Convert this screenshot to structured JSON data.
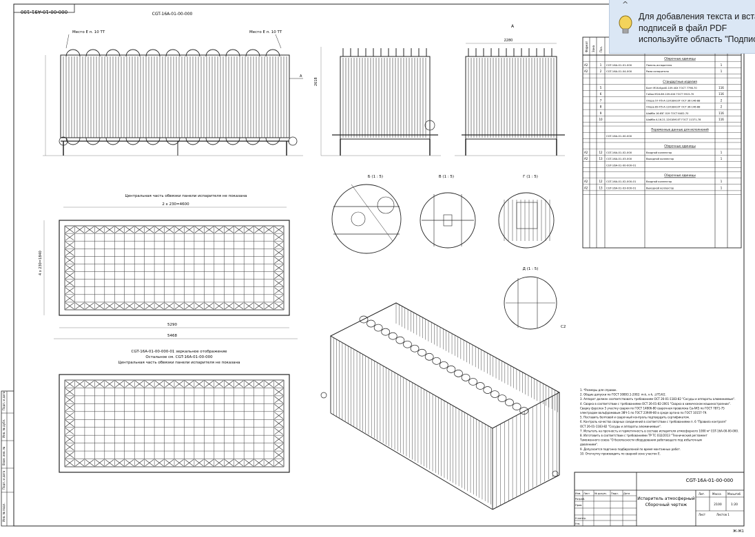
{
  "drawing": {
    "doc_code_top_left": "000-00-10-A91-100",
    "view_main_title": "CGT-16A-01-00-000",
    "view_a_label": "A",
    "place_left": "Место Е п. 10 ТТ",
    "place_right": "Место Е п. 10 ТТ",
    "arrow_a": "A",
    "plan_top_caption": "Центральная часть обвязки панели испарителя не показана",
    "plan_top_dim1": "2 х 230=4600",
    "plan_top_dim2": "5290",
    "plan_top_dim3": "5468",
    "plan_bottom_caption1": "CGT-16A-01-00-000-01 зеркальное отображение",
    "plan_bottom_caption2": "Остальное см. CGT-16A-01-00-000",
    "plan_bottom_caption3": "Центральная часть обвязки панели испарителя не показана",
    "detail_b": "Б (1 : 5)",
    "detail_v": "В (1 : 5)",
    "detail_g": "Г (1 : 5)",
    "detail_d": "Д (1 : 5)",
    "dim_side_height": "2618",
    "dim_end_width": "2280",
    "dim_left_side": "2618",
    "dim_plan_side": "4 х 230=1840",
    "weld_label": "C2"
  },
  "spec": {
    "headers": [
      "Формат",
      "Зона",
      "Поз."
    ],
    "sections": [
      {
        "title": "Сборочные единицы",
        "rows": [
          {
            "fmt": "А2",
            "pos": "1",
            "code": "CGT-16A-01-01-000",
            "name": "Панель испарителя",
            "qty": "1"
          },
          {
            "fmt": "А2",
            "pos": "2",
            "code": "CGT-16A-01-04-000",
            "name": "Рама испарителя",
            "qty": "1"
          }
        ]
      },
      {
        "title": "Стандартные изделия",
        "rows": [
          {
            "fmt": "",
            "pos": "5",
            "code": "",
            "name": "Болт М16-6gx40.109.40Х ГОСТ 7798-70",
            "qty": "116"
          },
          {
            "fmt": "",
            "pos": "6",
            "code": "",
            "name": "Гайка М16-6H.109.40Х ГОСТ 5915-70",
            "qty": "116"
          },
          {
            "fmt": "",
            "pos": "7",
            "code": "",
            "name": "Опора 57-П5-А-12Х18Н10Т ОСТ 36-146-88",
            "qty": "2"
          },
          {
            "fmt": "",
            "pos": "8",
            "code": "",
            "name": "Опора 89-П5-А-12Х18Н10Т ОСТ 36-146-88",
            "qty": "2"
          },
          {
            "fmt": "",
            "pos": "9",
            "code": "",
            "name": "Шайба 16.65Г.019 ГОСТ 6402-70",
            "qty": "116"
          },
          {
            "fmt": "",
            "pos": "10",
            "code": "",
            "name": "Шайба А.16.21.12Х18Н10Т ГОСТ 11371-78",
            "qty": "116"
          }
        ]
      },
      {
        "title": "Переменные данные для исполнений",
        "rows": [
          {
            "fmt": "",
            "pos": "",
            "code": "CGT-16A-01-00-000",
            "name": "",
            "qty": ""
          }
        ]
      },
      {
        "title": "Сборочные единицы",
        "rows": [
          {
            "fmt": "А2",
            "pos": "12",
            "code": "CGT-16A-01-02-000",
            "name": "Входной коллектор",
            "qty": "1"
          },
          {
            "fmt": "А2",
            "pos": "13",
            "code": "CGT-16A-01-03-000",
            "name": "Выходной коллектор",
            "qty": "1"
          },
          {
            "fmt": "",
            "pos": "",
            "code": "CGT-16A-01-00-000-01",
            "name": "",
            "qty": ""
          }
        ]
      },
      {
        "title": "Сборочные единицы",
        "rows": [
          {
            "fmt": "А2",
            "pos": "12",
            "code": "CGT-16A-01-02-000-01",
            "name": "Входной коллектор",
            "qty": "1"
          },
          {
            "fmt": "А2",
            "pos": "13",
            "code": "CGT-16A-01-03-000-01",
            "name": "Выходной коллектор",
            "qty": "1"
          }
        ]
      }
    ]
  },
  "notes": [
    "1. *Размеры для справок.",
    "2. Общие допуски по ГОСТ 30893.1-2002: m-k, v-h, ±IT14/2.",
    "3. Аппарат должен соответствовать требованиям ОСТ 26-01-1183-82 \"Сосуды и аппараты алюминиевые\".",
    "4. Сварка в соответствии с требованиями ОСТ 26-01-82-2001 \"Сварка в химическом машиностроении\".",
    "Сварку фурслен 5 участку сварки по ГОСТ 14806-80 сварочная проволока Св-АК5 по ГОСТ 7871-75",
    "электродом вольфрамовым ЭВЧ-1 по ГОСТ 23949-80 в среде аргона по ГОСТ 10157-79.",
    "5. Поставить болтовой и сварочный контроль подтвердить сертификатом.",
    "6. Контроль качества сварных соединений в соответствии с требованиями п. 6 \"Правила контроля\"",
    "ОСТ 26-01-1183-82 \"Сосуды и аппараты алюминиевые\".",
    "7. Испытать на прочность и герметичность в составе испарителя атмосферного 1000 м³ CGT-16A-00-00-000.",
    "8. Изготовить в соответствии с требованиями ТР ТС 032/2013 \"Технический регламент",
    "Таможенного союза \"О безопасности оборудования работающего под избыточным",
    "давлением\".",
    "9. Допускается подгонка подбиралоной по время монтажных работ.",
    "10. Отогнутку производить по сварной зоне участок Е."
  ],
  "title_block": {
    "doc_code": "CGT-16A-01-00-000",
    "name_line1": "Испаритель атмосферный",
    "name_line2": "Сборочный чертеж",
    "lit": "Лит.",
    "mass_label": "Масса",
    "scale_label": "Масштаб",
    "mass": "2100",
    "scale": "1:20",
    "sheet": "Лист",
    "sheets": "Листов  1",
    "col_izm": "Изм.",
    "col_list": "Лист",
    "col_ndok": "№ докум.",
    "col_podp": "Подп.",
    "col_data": "Дата",
    "razrab": "Разраб.",
    "prov": "Пров.",
    "nkontr": "Н.контр.",
    "utv": "Утв."
  },
  "side_stamp": [
    "Подп. и дата",
    "Инв. № дубл.",
    "Взам. инв. №",
    "Подп. и дата",
    "Инв. № подл."
  ],
  "bottom_right_code": "Ж-Ж1",
  "pdf_hint": {
    "line1": "Для добавления текста и вста",
    "line2": "подписей в файл PDF",
    "line3": "используйте область \"Подпис",
    "chevron": "^",
    "bg_color": "#dbe7f5"
  }
}
